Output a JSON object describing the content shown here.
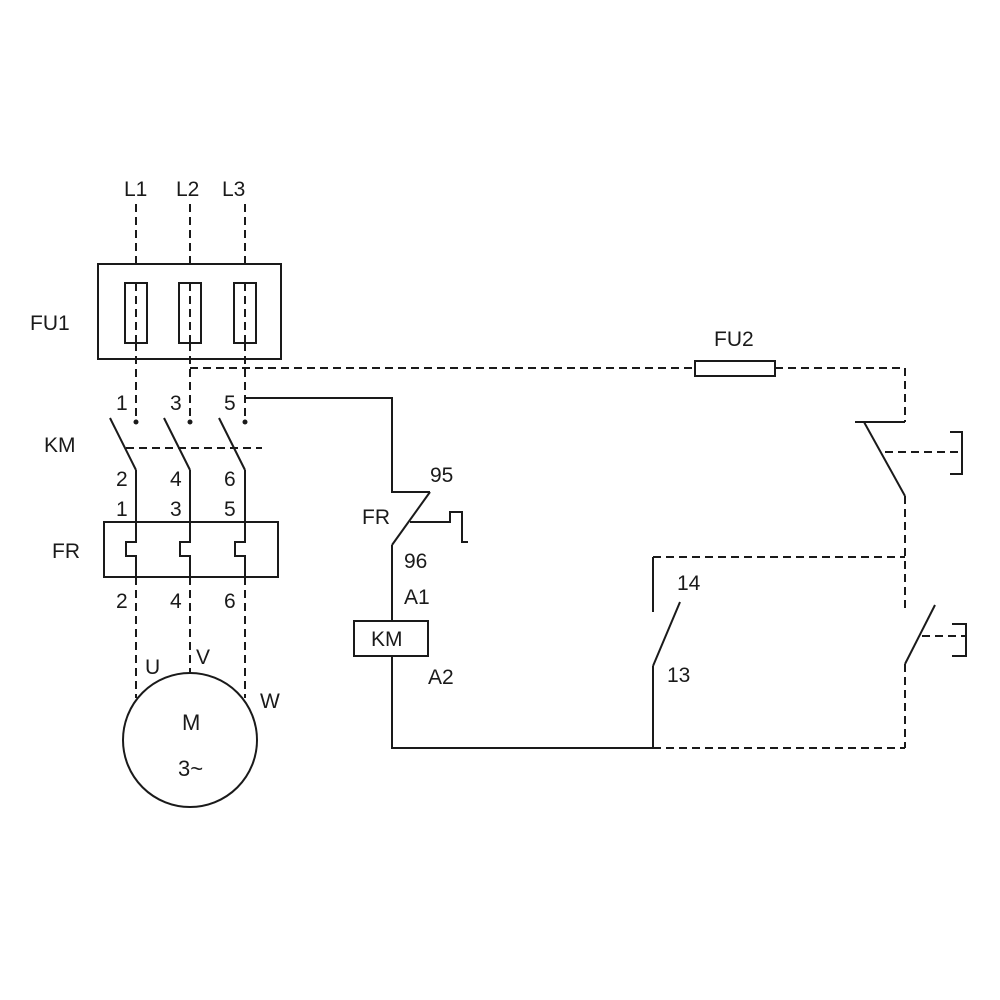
{
  "labels": {
    "l1": "L1",
    "l2": "L2",
    "l3": "L3",
    "fu1": "FU1",
    "fu2": "FU2",
    "km_main": "KM",
    "fr_main": "FR",
    "km_in_1": "1",
    "km_in_3": "3",
    "km_in_5": "5",
    "km_out_2": "2",
    "km_out_4": "4",
    "km_out_6": "6",
    "fr_in_1": "1",
    "fr_in_3": "3",
    "fr_in_5": "5",
    "fr_out_2": "2",
    "fr_out_4": "4",
    "fr_out_6": "6",
    "u": "U",
    "v": "V",
    "w": "W",
    "motor_m": "M",
    "motor_phase": "3~",
    "fr_contact": "FR",
    "t95": "95",
    "t96": "96",
    "a1": "A1",
    "km_coil": "KM",
    "a2": "A2",
    "t14": "14",
    "t13": "13"
  }
}
